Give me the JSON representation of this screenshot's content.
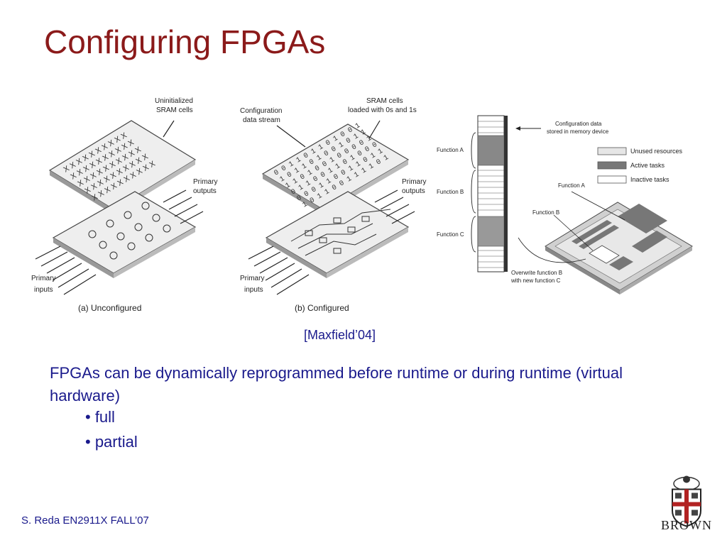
{
  "slide": {
    "title": "Configuring FPGAs",
    "citation": "[Maxfield’04]",
    "body": "FPGAs can be dynamically reprogrammed  before runtime or during runtime (virtual hardware)",
    "bullets": [
      "• full",
      "• partial"
    ],
    "footer": "S. Reda EN2911X FALL’07",
    "logo_text": "BROWN"
  },
  "figure": {
    "a": {
      "top_label": [
        "Uninitialized",
        "SRAM cells"
      ],
      "outputs": [
        "Primary",
        "outputs"
      ],
      "inputs": [
        "Primary",
        "inputs"
      ],
      "caption": "(a) Unconfigured"
    },
    "b": {
      "stream_label": [
        "Configuration",
        "data stream"
      ],
      "sram_label": [
        "SRAM cells",
        "loaded with 0s and 1s"
      ],
      "outputs": [
        "Primary",
        "outputs"
      ],
      "inputs": [
        "Primary",
        "inputs"
      ],
      "caption": "(b) Configured",
      "bits": [
        "0 0 1 1 0 1 1 0 1 0 0 1",
        "1 0 1 1 0 1 0 0 1 0 1 1",
        "1 1 0 1 0 0 1 0 0 0 0 1",
        "0 1 1 0 0 1 1 0 1 0 0 0",
        "0 0 0 1 1 0 0 1 1 0 1 1",
        "1 0 1 1 0 0 1 1 1 1 0 1"
      ]
    },
    "c": {
      "memory_label": [
        "Configuration data",
        "stored in memory device"
      ],
      "function_a": "Function A",
      "function_b": "Function B",
      "function_c": "Function C",
      "legend": [
        "Unused resources",
        "Active tasks",
        "Inactive tasks"
      ],
      "chip_function_a": "Function A",
      "chip_function_b": "Function B",
      "overwrite_label": [
        "Overwrite function B",
        "with new function C"
      ]
    },
    "colors": {
      "unused": "#e6e6e6",
      "active": "#777777",
      "inactive": "#ffffff"
    }
  }
}
